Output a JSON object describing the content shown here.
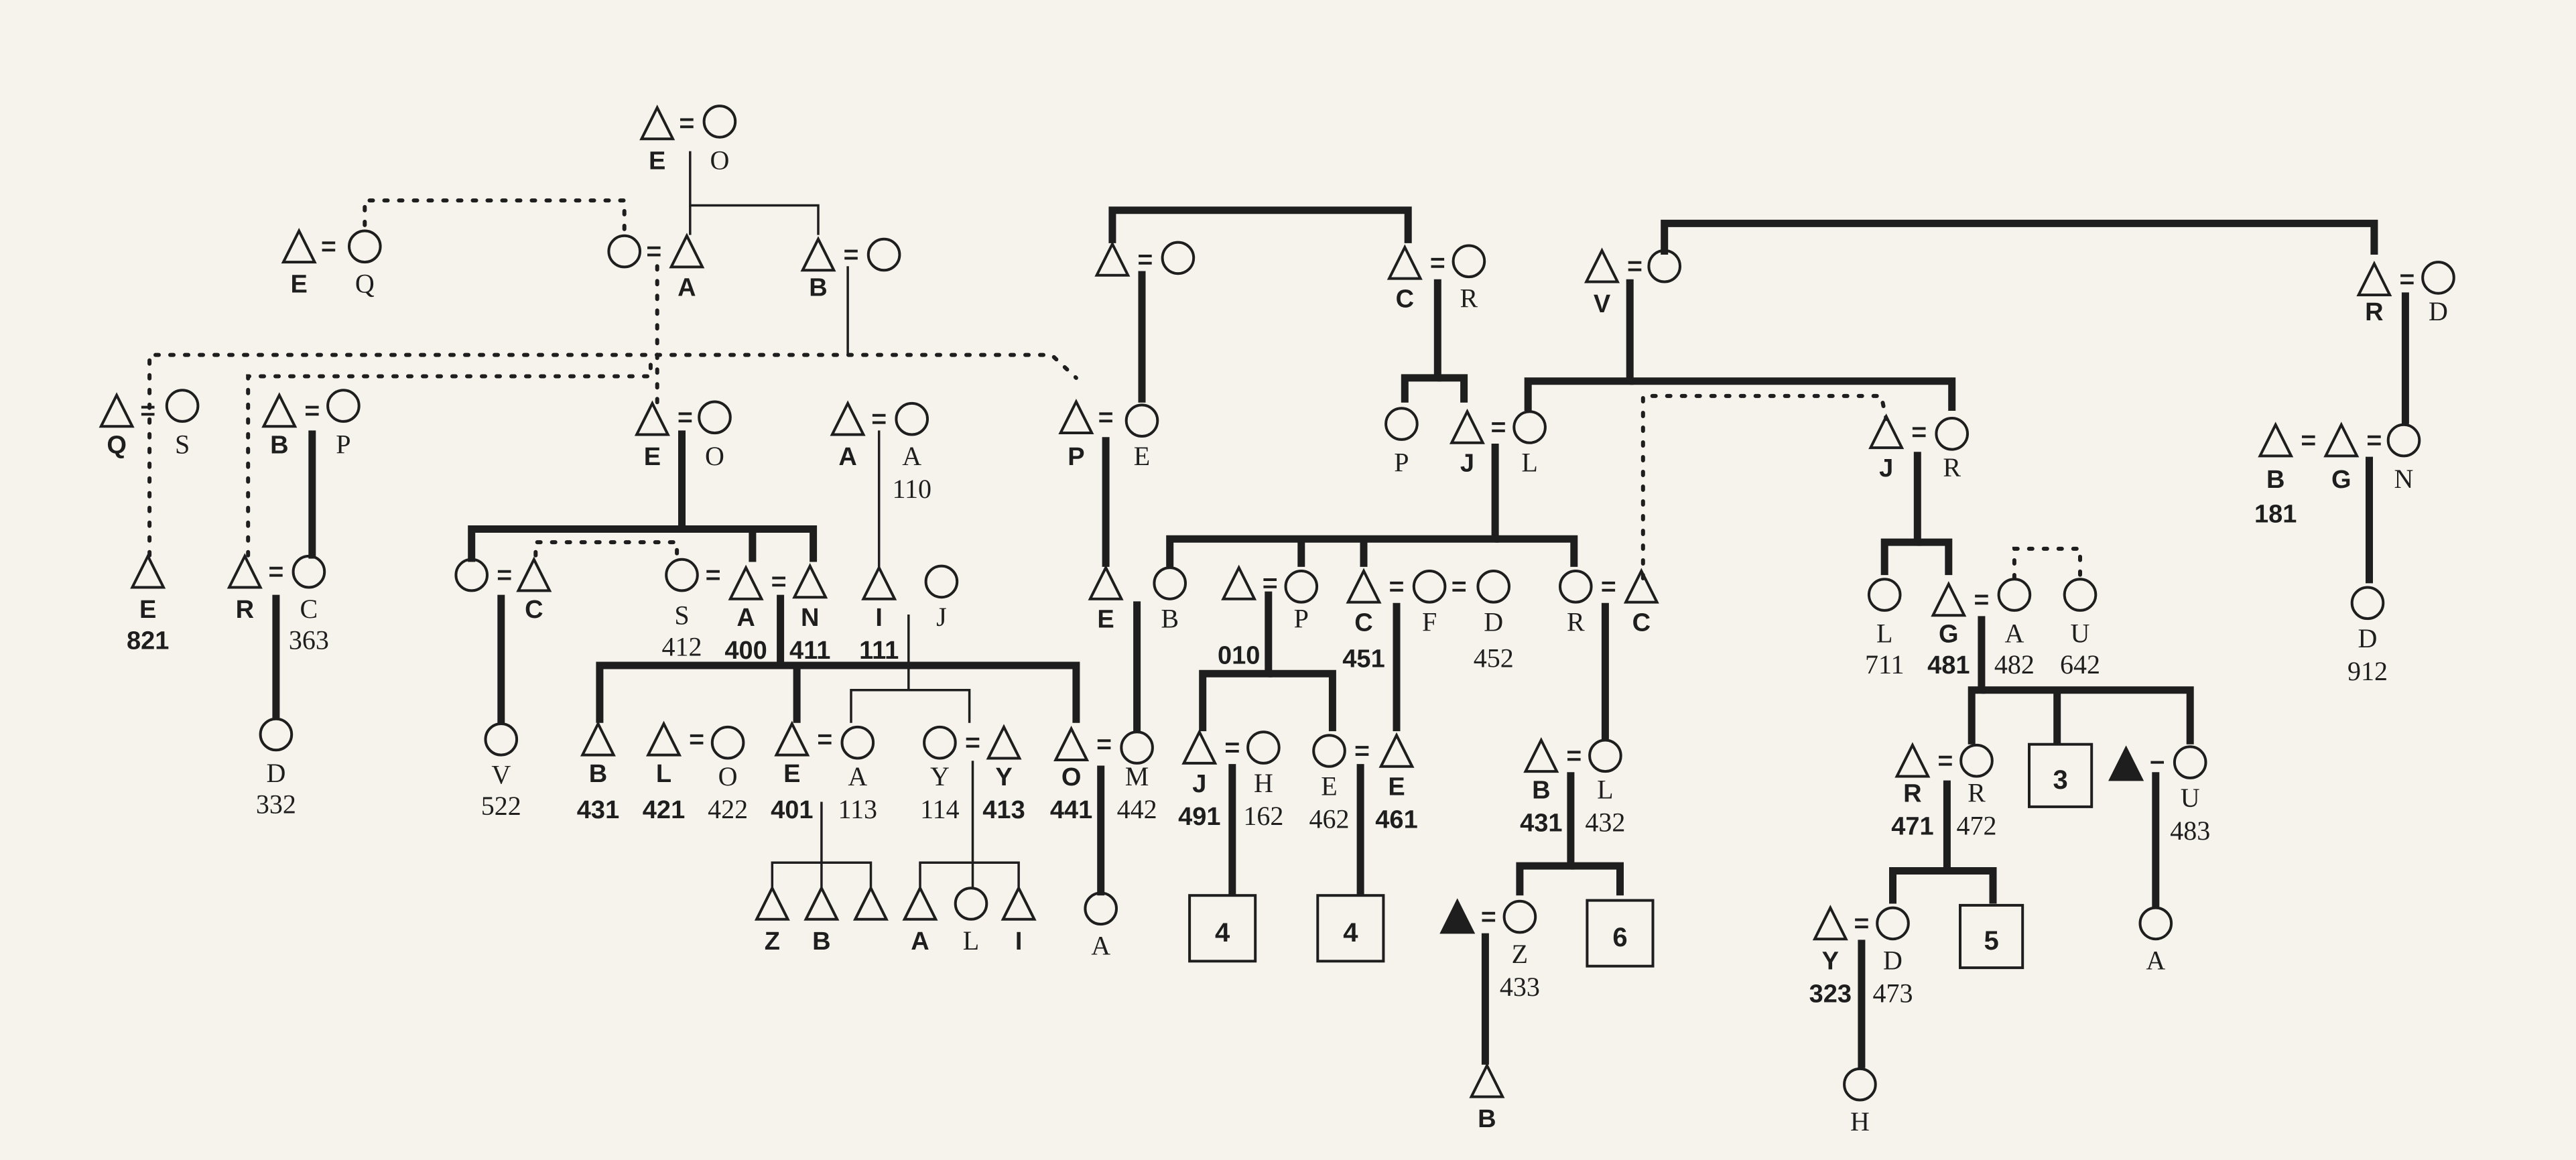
{
  "figure": {
    "labels": [
      "E",
      "O",
      "E",
      "Q",
      "A",
      "B",
      "Q",
      "S",
      "B",
      "P",
      "E",
      "O",
      "A",
      "A",
      "110",
      "P",
      "E",
      "E",
      "821",
      "R",
      "C",
      "363",
      "D",
      "332",
      "C",
      "S",
      "412",
      "A",
      "400",
      "N",
      "411",
      "I",
      "111",
      "J",
      "V",
      "522",
      "B",
      "431",
      "L",
      "421",
      "O",
      "422",
      "E",
      "401",
      "A",
      "113",
      "Y",
      "114",
      "Y",
      "413",
      "O",
      "441",
      "M",
      "442",
      "A",
      "Z",
      "B",
      "A",
      "L",
      "I",
      "C",
      "R",
      "P",
      "J",
      "L",
      "V",
      "R",
      "D",
      "J",
      "R",
      "B",
      "181",
      "G",
      "N",
      "D",
      "912",
      "E",
      "B",
      "010",
      "P",
      "C",
      "451",
      "F",
      "D",
      "452",
      "R",
      "C",
      "J",
      "491",
      "H",
      "162",
      "E",
      "462",
      "E",
      "461",
      "4",
      "4",
      "B",
      "431",
      "L",
      "432",
      "Z",
      "433",
      "6",
      "B",
      "L",
      "711",
      "G",
      "481",
      "A",
      "482",
      "U",
      "642",
      "3",
      "U",
      "483",
      "A",
      "R",
      "471",
      "R",
      "472",
      "5",
      "Y",
      "323",
      "D",
      "473",
      "H"
    ]
  }
}
